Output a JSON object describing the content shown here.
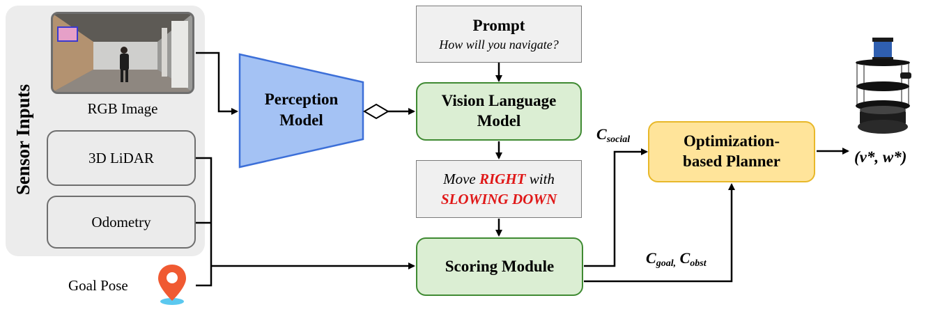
{
  "sensors": {
    "title": "Sensor Inputs",
    "rgb_caption": "RGB Image",
    "lidar_label": "3D LiDAR",
    "odometry_label": "Odometry"
  },
  "goal_label": "Goal Pose",
  "perception": {
    "line1": "Perception",
    "line2": "Model"
  },
  "prompt": {
    "title": "Prompt",
    "text": "How will you navigate?"
  },
  "vlm": {
    "line1": "Vision Language",
    "line2": "Model"
  },
  "vlm_output": {
    "line1_prefix": "Move ",
    "line1_emph": "RIGHT",
    "line1_suffix": " with",
    "line2_emph": "SLOWING DOWN"
  },
  "scoring": {
    "label": "Scoring Module"
  },
  "planner": {
    "line1": "Optimization-",
    "line2": "based Planner"
  },
  "costs": {
    "social_main": "C",
    "social_sub": "social",
    "goal_main": "C",
    "goal_sub": "goal,",
    "obst_main": "C",
    "obst_sub": "obst"
  },
  "result": "(v*, w*)",
  "colors": {
    "perception_fill": "#a4c2f4",
    "perception_stroke": "#3c6fd8",
    "green_fill": "#dbeed3",
    "green_stroke": "#3f8a32",
    "yellow_fill": "#ffe49a",
    "yellow_stroke": "#e8b82a",
    "emphasis_red": "#e01818",
    "pin_orange": "#f05a32",
    "pin_shadow_blue": "#5bc8ef"
  },
  "icons": {
    "goal": "map-pin-icon",
    "robot": "robot-icon",
    "camera_view": "corridor-photo-icon"
  }
}
